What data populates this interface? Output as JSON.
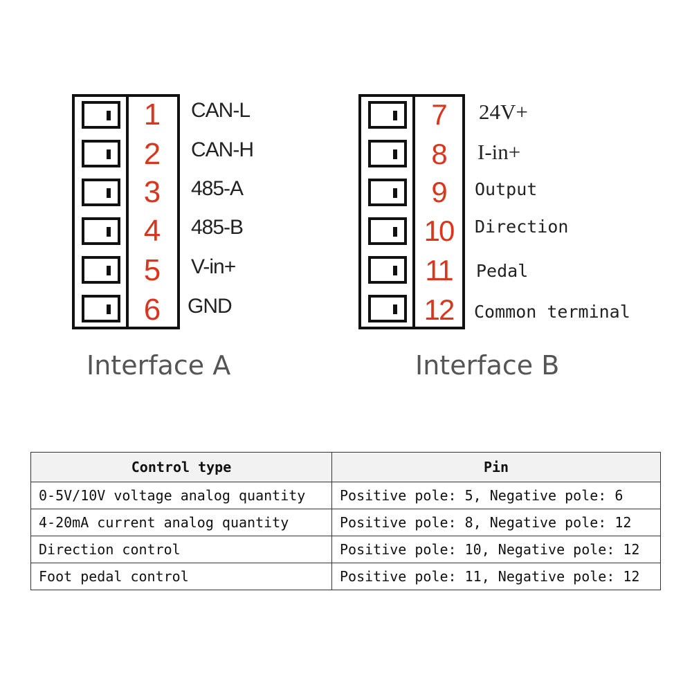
{
  "interface_a": {
    "title": "Interface A",
    "pins": [
      {
        "number": "1",
        "label": "CAN-L"
      },
      {
        "number": "2",
        "label": "CAN-H"
      },
      {
        "number": "3",
        "label": "485-A"
      },
      {
        "number": "4",
        "label": "485-B"
      },
      {
        "number": "5",
        "label": "V-in+"
      },
      {
        "number": "6",
        "label": "GND"
      }
    ]
  },
  "interface_b": {
    "title": "Interface B",
    "pins": [
      {
        "number": "7",
        "label": "24V+"
      },
      {
        "number": "8",
        "label": "I-in+"
      },
      {
        "number": "9",
        "label": "Output"
      },
      {
        "number": "10",
        "label": "Direction"
      },
      {
        "number": "11",
        "label": "Pedal"
      },
      {
        "number": "12",
        "label": "Common terminal"
      }
    ]
  },
  "colors": {
    "pin_number": "#d9361e",
    "outline": "#111111",
    "title": "#555555"
  },
  "table": {
    "headers": [
      "Control type",
      "Pin"
    ],
    "rows": [
      [
        "0-5V/10V voltage analog quantity",
        "Positive pole: 5, Negative pole: 6"
      ],
      [
        "4-20mA current analog quantity",
        "Positive pole: 8, Negative pole: 12"
      ],
      [
        "Direction control",
        "Positive pole: 10, Negative pole: 12"
      ],
      [
        "Foot pedal control",
        "Positive pole: 11, Negative pole: 12"
      ]
    ]
  }
}
